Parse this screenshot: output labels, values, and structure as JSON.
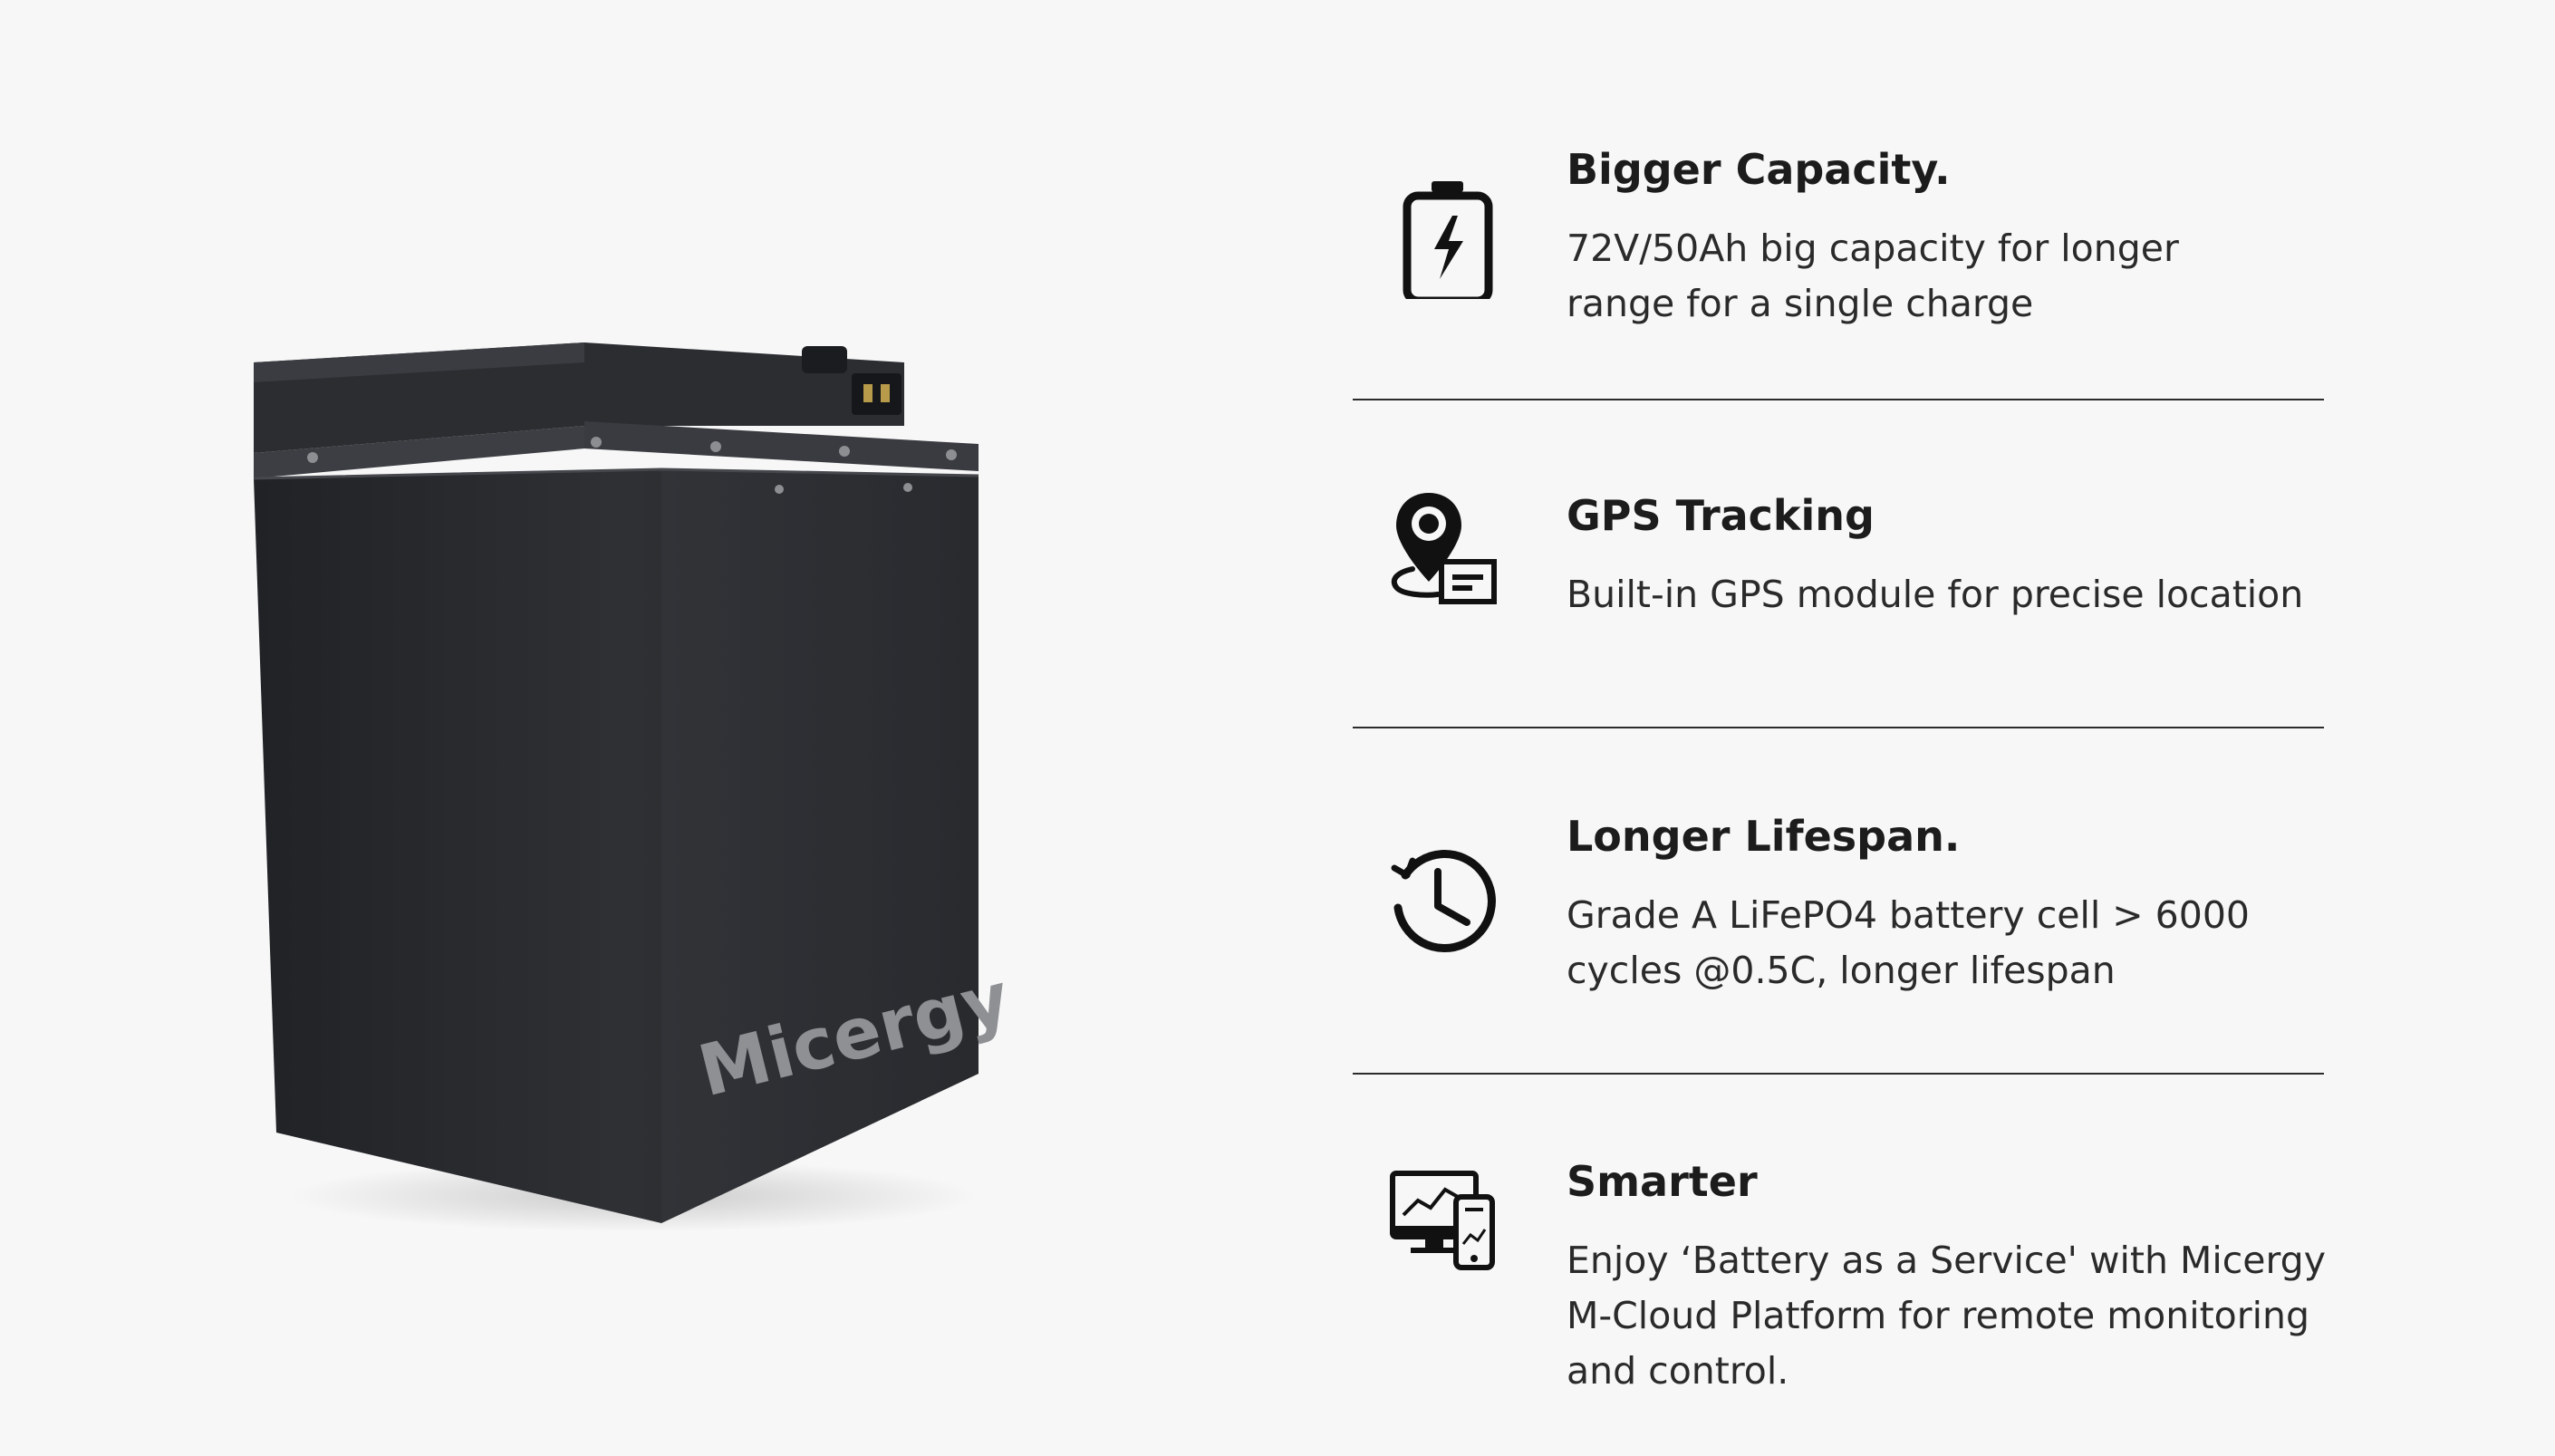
{
  "product": {
    "brand_label": "Micergy",
    "image_name": "micergy-battery-pack"
  },
  "features": [
    {
      "icon": "battery-charge-icon",
      "title": "Bigger Capacity.",
      "lines": [
        "72V/50Ah big capacity for longer",
        "range for a single charge"
      ]
    },
    {
      "icon": "gps-location-icon",
      "title": "GPS Tracking",
      "lines": [
        "Built-in GPS module for precise  location"
      ]
    },
    {
      "icon": "clock-history-icon",
      "title": "Longer Lifespan.",
      "lines": [
        "Grade A LiFePO4 battery cell > 6000",
        "cycles @0.5C, longer lifespan"
      ]
    },
    {
      "icon": "monitor-phone-icon",
      "title": "Smarter",
      "lines": [
        "Enjoy ‘Battery as a Service' with Micergy",
        "M-Cloud Platform for remote monitoring",
        "and control."
      ]
    }
  ],
  "colors": {
    "background": "#f7f7f7",
    "text": "#222222",
    "battery_body": "#2f3135"
  }
}
